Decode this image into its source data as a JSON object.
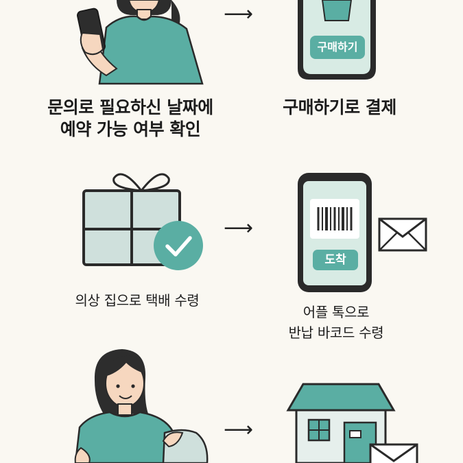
{
  "steps": [
    {
      "caption_line1": "문의로 필요하신 날짜에",
      "caption_line2": "예약 가능 여부 확인"
    },
    {
      "caption_line1": "구매하기로 결제"
    },
    {
      "caption_line1": "의상 집으로 택배 수령"
    },
    {
      "caption_line1": "어플 톡으로",
      "caption_line2": "반납 바코드 수령"
    }
  ],
  "phone_buttons": {
    "purchase": "구매하기",
    "arrival": "도착"
  },
  "icons": {
    "arrow": "right-arrow-icon",
    "gift": "gift-box-icon",
    "check": "check-icon",
    "envelope": "envelope-icon",
    "barcode": "barcode-icon",
    "house": "house-icon"
  },
  "colors": {
    "teal": "#5aaea3",
    "teal_light": "#cfe6df",
    "background": "#faf8f2",
    "outline": "#2a2a2a"
  }
}
